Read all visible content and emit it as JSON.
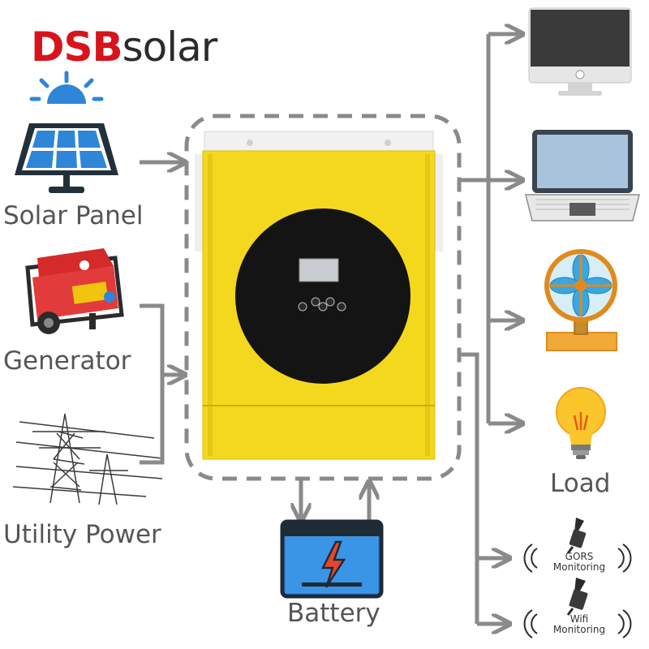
{
  "brand": {
    "part1": "DSB",
    "part2": "solar"
  },
  "sources": {
    "solar_panel": "Solar Panel",
    "generator": "Generator",
    "utility": "Utility Power"
  },
  "storage": {
    "battery": "Battery"
  },
  "outputs": {
    "load": "Load",
    "gprs_line1": "GORS",
    "gprs_line2": "Monitoring",
    "wifi_line1": "Wifi",
    "wifi_line2": "Monitoring"
  },
  "colors": {
    "brand_red": "#d7141c",
    "inverter_yellow": "#f4d81e",
    "arrow_gray": "#8a8a8a",
    "battery_blue": "#2f86d8"
  }
}
